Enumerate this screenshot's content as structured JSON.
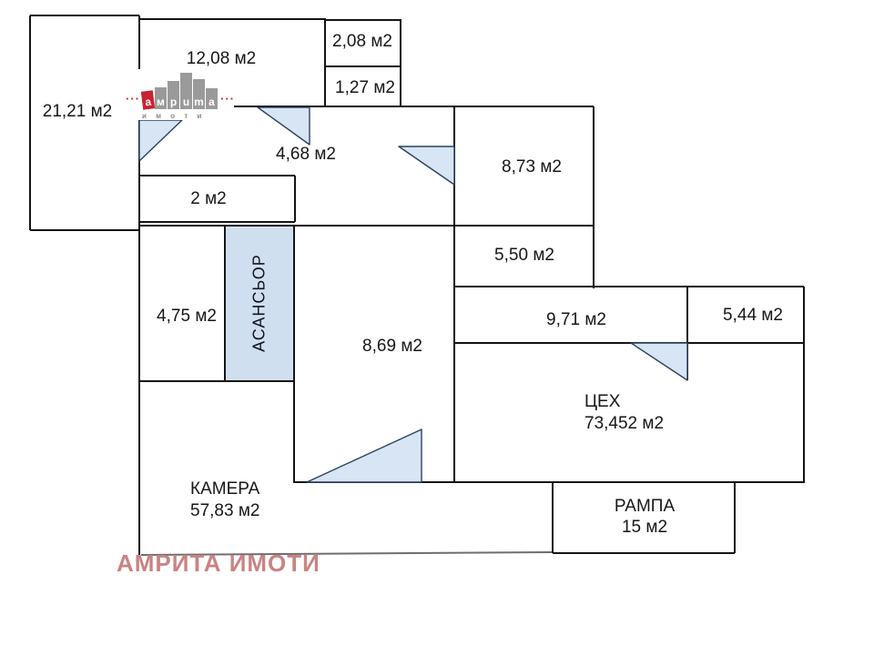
{
  "plan": {
    "watermark": "АМРИТА ИМОТИ",
    "elevator_label": "АСАНСЬОР",
    "rooms": [
      {
        "label": "21,21 м2"
      },
      {
        "label": "12,08 м2"
      },
      {
        "label": "2,08 м2"
      },
      {
        "label": "1,27 м2"
      },
      {
        "label": "4,68 м2"
      },
      {
        "label": "8,73 м2"
      },
      {
        "label": "2 м2"
      },
      {
        "label": "5,50 м2"
      },
      {
        "label": "4,75 м2"
      },
      {
        "label": "8,69 м2"
      },
      {
        "label": "9,71 м2"
      },
      {
        "label": "5,44 м2"
      },
      {
        "label": "ЦЕХ",
        "label2": "73,452 м2"
      },
      {
        "label": "КАМЕРА",
        "label2": "57,83 м2"
      },
      {
        "label": "РАМПА",
        "label2": "15 м2"
      }
    ]
  },
  "logo": {
    "dots_left": "···",
    "dots_right": "···",
    "letters": [
      {
        "ch": "а",
        "accent": true
      },
      {
        "ch": "м"
      },
      {
        "ch": "p"
      },
      {
        "ch": "u"
      },
      {
        "ch": "m"
      },
      {
        "ch": "a"
      }
    ],
    "subtext": "и м о т и"
  },
  "colors": {
    "wall": "#141414",
    "door_fill": "#d7e5f4",
    "door_stroke": "#2a4160",
    "elevator_fill": "#cfdff0",
    "logo_accent": "#c8232e",
    "logo_gray": "#9a9a9a",
    "watermark": "#c98383",
    "camera_bottom_line": "#6e6e6e"
  }
}
